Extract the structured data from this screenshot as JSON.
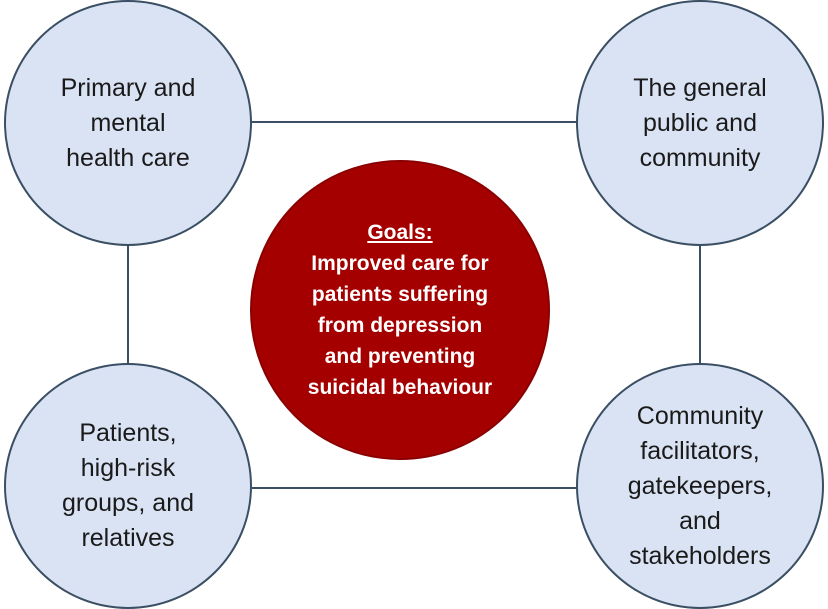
{
  "nodes": {
    "top_left": {
      "label": "Primary and\nmental\nhealth care"
    },
    "top_right": {
      "label": "The general\npublic and\ncommunity"
    },
    "bottom_left": {
      "label": "Patients,\nhigh-risk\ngroups, and\nrelatives"
    },
    "bottom_right": {
      "label": "Community\nfacilitators,\ngatekeepers,\nand\nstakeholders"
    }
  },
  "goal": {
    "heading": "Goals:",
    "text": "Improved care for\npatients suffering\nfrom depression\nand preventing\nsuicidal behaviour"
  },
  "colors": {
    "stakeholder_fill": "#dae3f3",
    "stakeholder_border": "#3a4f63",
    "goal_fill": "#a50000",
    "connector": "#3a4f63"
  }
}
